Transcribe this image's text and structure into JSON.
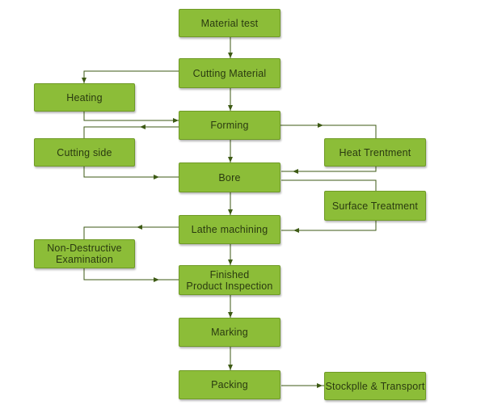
{
  "diagram": {
    "nodes": {
      "material_test": "Material test",
      "cutting_material": "Cutting Material",
      "heating": "Heating",
      "forming": "Forming",
      "cutting_side": "Cutting side",
      "heat_treatment": "Heat Trentment",
      "bore": "Bore",
      "surface_treatment": "Surface Treatment",
      "lathe_machining": "Lathe machining",
      "non_destructive": "Non-Destructive\nExamination",
      "finished_inspection": "Finished\nProduct Inspection",
      "marking": "Marking",
      "packing": "Packing",
      "stockpile_transport": "Stockplle & Transport"
    },
    "colors": {
      "node_fill": "#8cbd38",
      "node_border": "#6f9a26",
      "node_text": "#2a3a10",
      "connector": "#3d5a14"
    }
  }
}
